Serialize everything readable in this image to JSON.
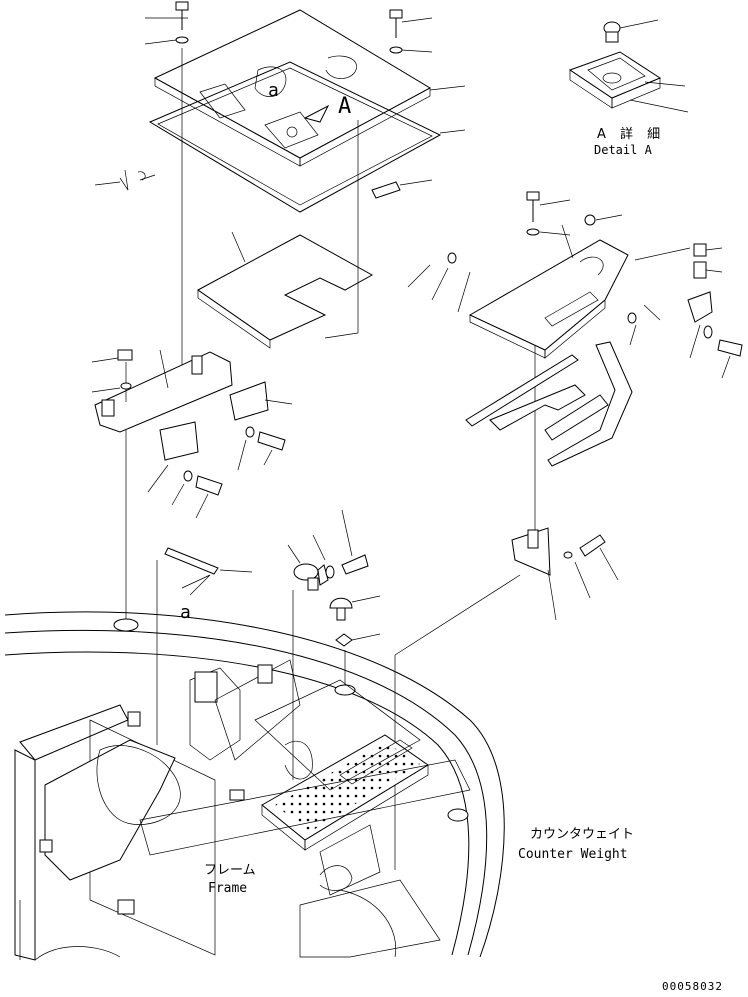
{
  "detail": {
    "title_jp": "A 詳 細",
    "title_en": "Detail A"
  },
  "callouts": {
    "a_top": "a",
    "a_bottom": "a",
    "big_A": "A"
  },
  "labels": {
    "counterweight_jp": "カウンタウェイト",
    "counterweight_en": "Counter Weight",
    "frame_jp": "フレーム",
    "frame_en": "Frame"
  },
  "drawing_number": "00058032"
}
